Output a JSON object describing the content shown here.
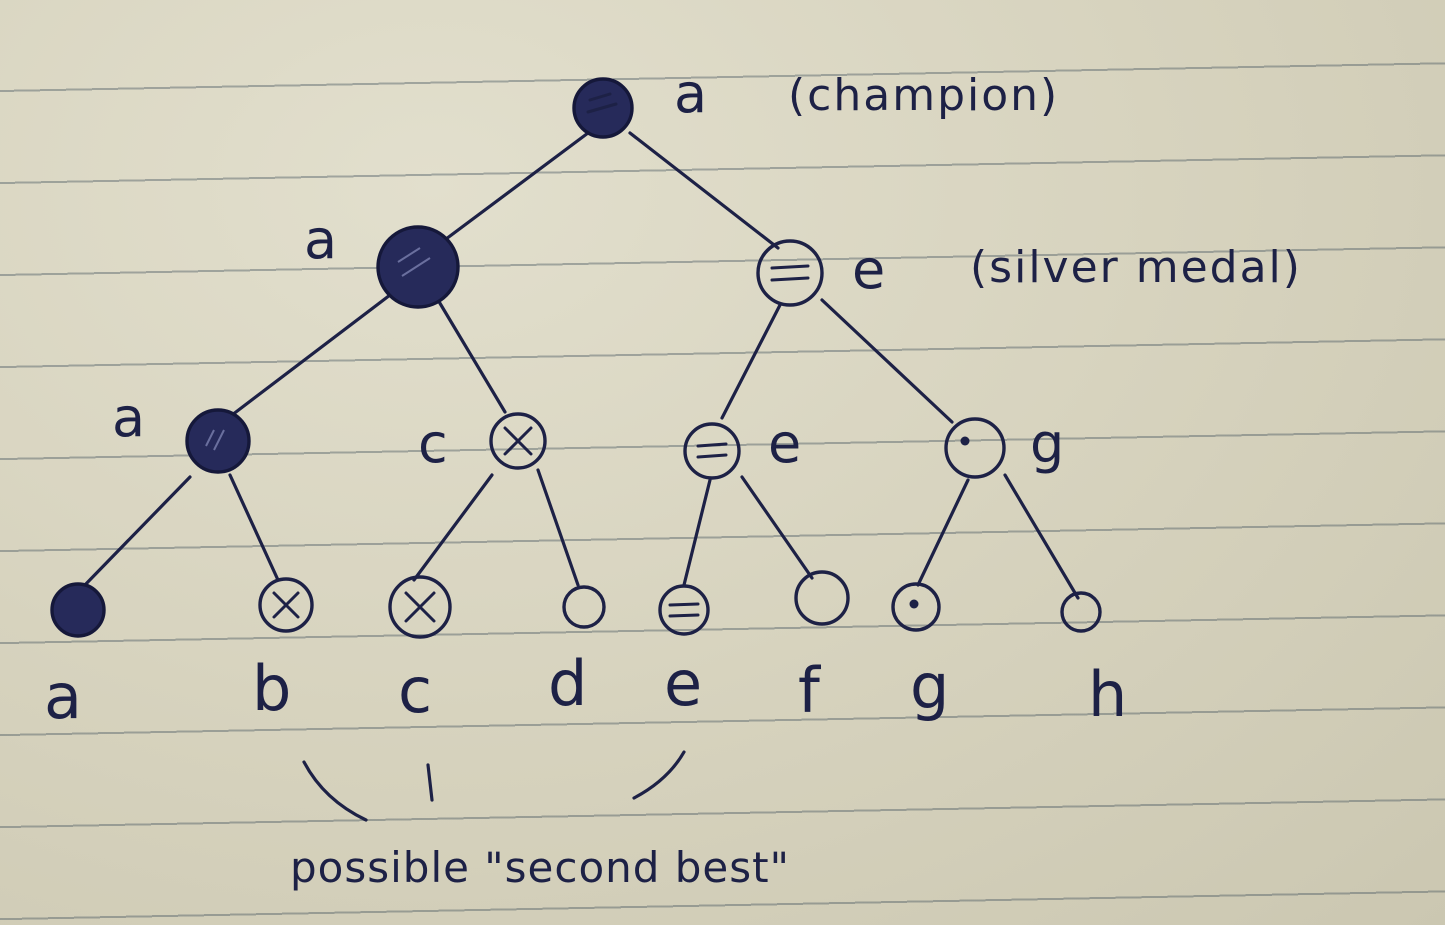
{
  "leaves": [
    "a",
    "b",
    "c",
    "d",
    "e",
    "f",
    "g",
    "h"
  ],
  "round1_winners": [
    "a",
    "c",
    "e",
    "g"
  ],
  "round2_winners": [
    "a",
    "e"
  ],
  "champion": {
    "name": "a",
    "note": "(champion)"
  },
  "silver": {
    "name": "e",
    "note": "(silver medal)"
  },
  "caption": "possible \"second best\"",
  "node_markers": {
    "a": "filled",
    "b": "cross",
    "c": "cross",
    "d": "empty",
    "e": "equals",
    "f": "empty",
    "g": "dot",
    "h": "empty"
  },
  "colors": {
    "ink": "#1d2146",
    "paper": "#d9d6c3",
    "rule": "#46555f"
  }
}
